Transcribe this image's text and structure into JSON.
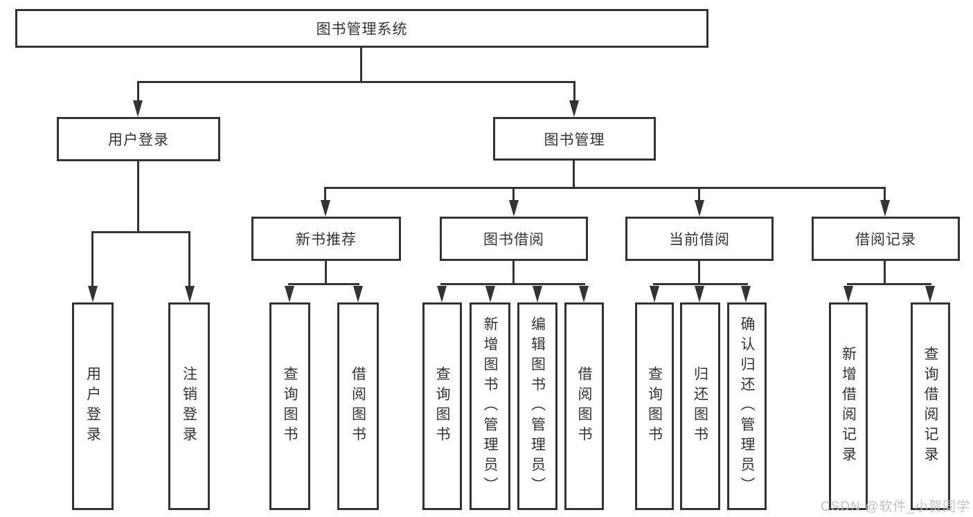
{
  "title": "图书管理系统",
  "colors": {
    "line": "#333333",
    "box_bg": "#ffffff",
    "text": "#333333",
    "watermark": "#c2c2c2"
  },
  "nodes": {
    "root": "图书管理系统",
    "user_login": "用户登录",
    "book_mgmt": "图书管理",
    "new_book_rec": "新书推荐",
    "book_borrow": "图书借阅",
    "current_borrow": "当前借阅",
    "borrow_records": "借阅记录",
    "ul_login": "用户登录",
    "ul_logout": "注销登录",
    "nr_query": "查询图书",
    "nr_borrow": "借阅图书",
    "bb_query": "查询图书",
    "bb_add": "新增图书（管理员）",
    "bb_edit": "编辑图书（管理员）",
    "bb_borrow": "借阅图书",
    "cb_query": "查询图书",
    "cb_return": "归还图书",
    "cb_confirm": "确认归还（管理员）",
    "br_add": "新增借阅记录",
    "br_query": "查询借阅记录"
  },
  "watermark": "CSDN @软件_小贺同学"
}
